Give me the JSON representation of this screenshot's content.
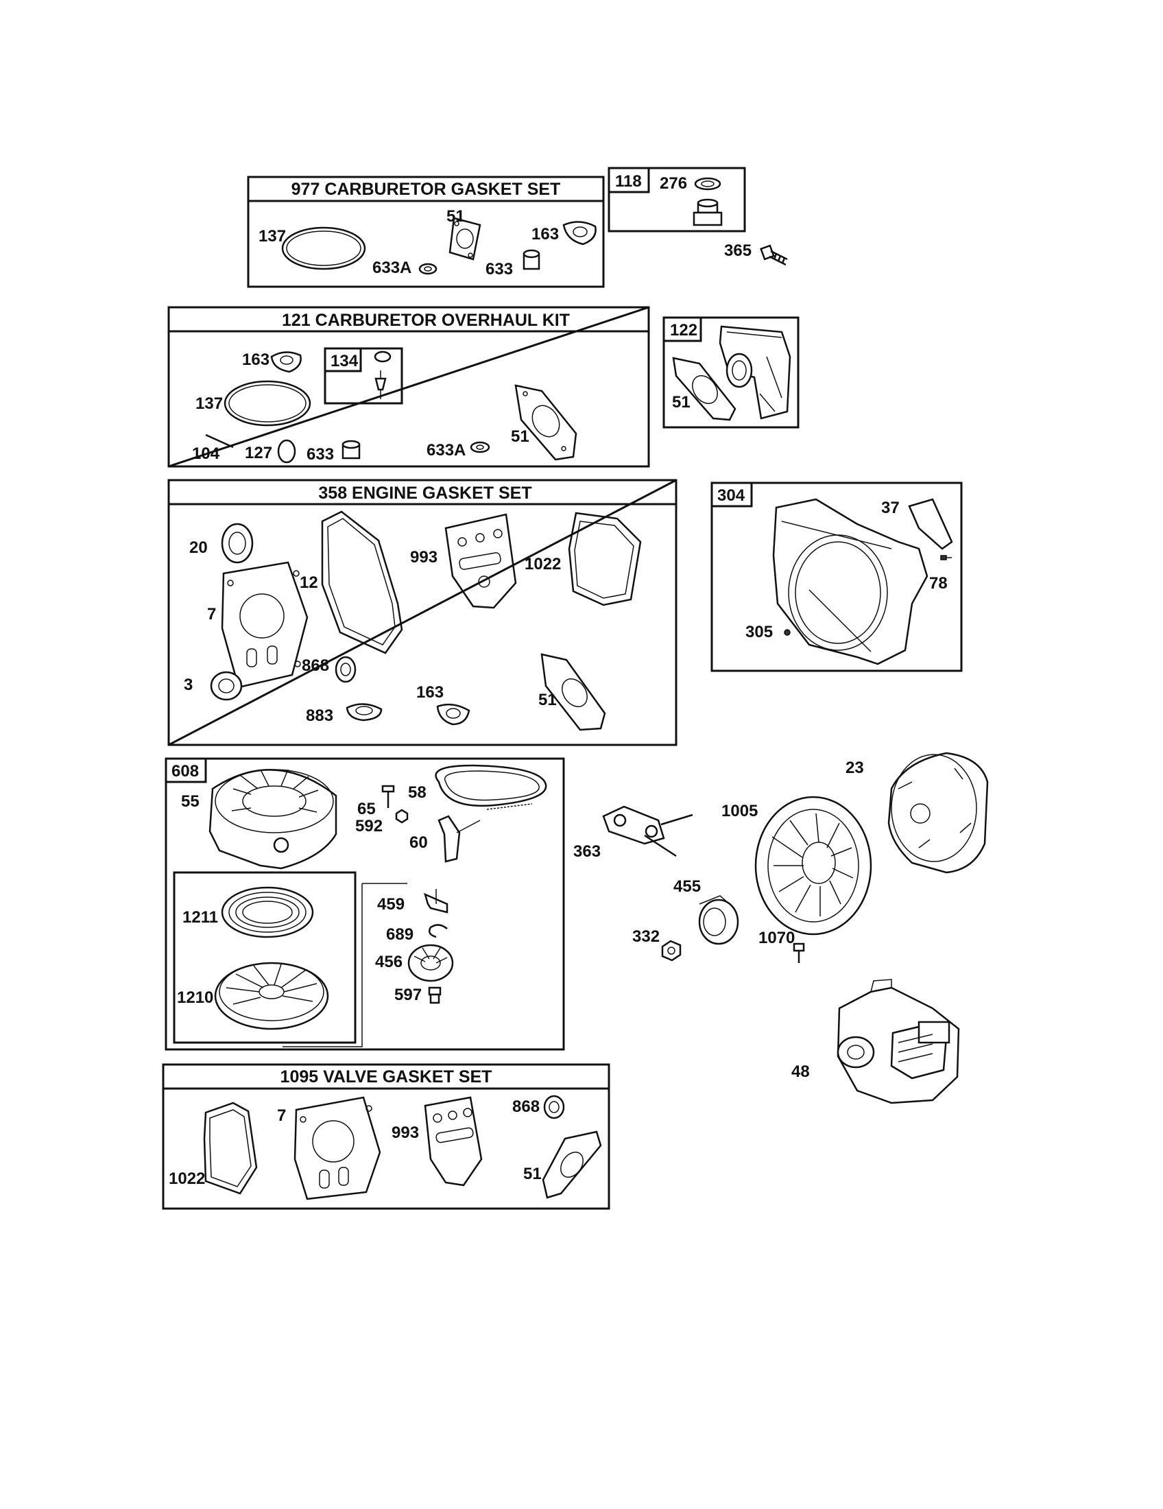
{
  "kits": {
    "carb_gasket_set": "977 CARBURETOR  GASKET SET",
    "carb_overhaul_kit": "121 CARBURETOR OVERHAUL KIT",
    "engine_gasket_set": "358 ENGINE GASKET SET",
    "valve_gasket_set": "1095 VALVE GASKET SET"
  },
  "boxes": {
    "b118": "118",
    "b134": "134",
    "b122": "122",
    "b304": "304",
    "b608": "608"
  },
  "labels": {
    "l137a": "137",
    "l51a": "51",
    "l163a": "163",
    "l633Aa": "633A",
    "l633a": "633",
    "l276": "276",
    "l365": "365",
    "l163b": "163",
    "l137b": "137",
    "l104": "104",
    "l127": "127",
    "l633b": "633",
    "l633Ab": "633A",
    "l51b": "51",
    "l51c": "51",
    "l20": "20",
    "l7a": "7",
    "l12": "12",
    "l993a": "993",
    "l1022a": "1022",
    "l3": "3",
    "l868a": "868",
    "l883": "883",
    "l163c": "163",
    "l51d": "51",
    "l37": "37",
    "l78": "78",
    "l305": "305",
    "l55": "55",
    "l65": "65",
    "l592": "592",
    "l58": "58",
    "l60": "60",
    "l1211": "1211",
    "l1210": "1210",
    "l459": "459",
    "l689": "689",
    "l456": "456",
    "l597": "597",
    "l23": "23",
    "l1005": "1005",
    "l363": "363",
    "l455": "455",
    "l332": "332",
    "l1070": "1070",
    "l48": "48",
    "l1022b": "1022",
    "l7b": "7",
    "l993b": "993",
    "l868b": "868",
    "l51e": "51"
  }
}
